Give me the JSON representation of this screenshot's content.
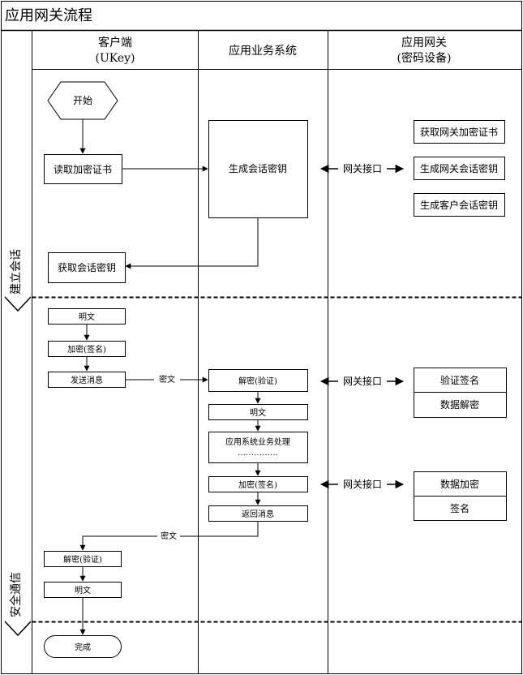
{
  "title": "应用网关流程",
  "columns": {
    "client_line1": "客户端",
    "client_line2": "(UKey)",
    "app": "应用业务系统",
    "gw_line1": "应用网关",
    "gw_line2": "(密码设备)"
  },
  "lanes": {
    "session": "建立会话",
    "secure": "安全通信"
  },
  "session": {
    "start": "开始",
    "read_cert": "读取加密证书",
    "gen_key": "生成会话密钥",
    "get_key": "获取会话密钥",
    "gw_interface": "网关接口",
    "gw_get_cert": "获取网关加密证书",
    "gw_gen_key": "生成网关会话密钥",
    "gw_gen_client_key": "生成客户会话密钥"
  },
  "comm": {
    "plain1": "明文",
    "encrypt_sign": "加密(签名)",
    "send_msg": "发送消息",
    "cipher1": "密文",
    "decrypt_verify": "解密(验证)",
    "plain2": "明文",
    "app_process": "应用系统业务处理",
    "dots": "……………",
    "encrypt_sign2": "加密(签名)",
    "return_msg": "返回消息",
    "cipher2": "密文",
    "client_decrypt": "解密(验证)",
    "plain3": "明文",
    "done": "完成",
    "gw_interface1": "网关接口",
    "gw_verify_sign": "验证签名",
    "gw_decrypt": "数据解密",
    "gw_interface2": "网关接口",
    "gw_encrypt": "数据加密",
    "gw_sign": "签名"
  }
}
